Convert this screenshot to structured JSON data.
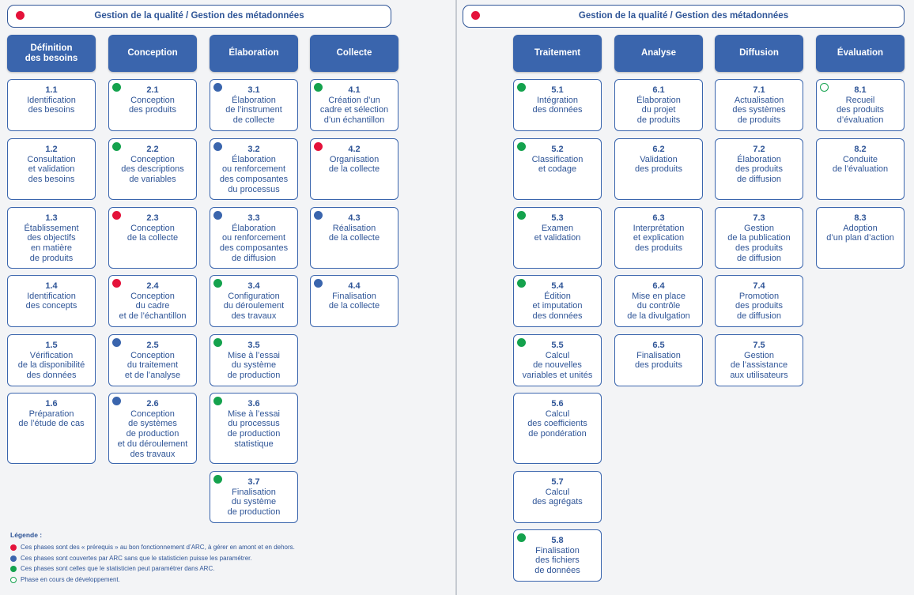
{
  "banner_left": {
    "text": "Gestion de la qualité / Gestion des métadonnées",
    "dot": "red"
  },
  "banner_right": {
    "text": "Gestion de la qualité / Gestion des métadonnées",
    "dot": "red"
  },
  "columns": [
    {
      "title": "Définition\ndes besoins",
      "items": [
        {
          "num": "1.1",
          "label": "Identification\ndes besoins",
          "dot": ""
        },
        {
          "num": "1.2",
          "label": "Consultation\net validation\ndes besoins",
          "dot": ""
        },
        {
          "num": "1.3",
          "label": "Établissement\ndes objectifs\nen matière\nde produits",
          "dot": ""
        },
        {
          "num": "1.4",
          "label": "Identification\ndes concepts",
          "dot": ""
        },
        {
          "num": "1.5",
          "label": "Vérification\nde la disponibilité\ndes données",
          "dot": ""
        },
        {
          "num": "1.6",
          "label": "Préparation\nde l’étude de cas",
          "dot": ""
        }
      ]
    },
    {
      "title": "Conception",
      "items": [
        {
          "num": "2.1",
          "label": "Conception\ndes produits",
          "dot": "green"
        },
        {
          "num": "2.2",
          "label": "Conception\ndes descriptions\nde variables",
          "dot": "green"
        },
        {
          "num": "2.3",
          "label": "Conception\nde la collecte",
          "dot": "red"
        },
        {
          "num": "2.4",
          "label": "Conception\ndu cadre\net de l’échantillon",
          "dot": "red"
        },
        {
          "num": "2.5",
          "label": "Conception\ndu traitement\net de l’analyse",
          "dot": "blue"
        },
        {
          "num": "2.6",
          "label": "Conception\nde systèmes\nde production\net du déroulement\ndes travaux",
          "dot": "blue"
        }
      ]
    },
    {
      "title": "Élaboration",
      "items": [
        {
          "num": "3.1",
          "label": "Élaboration\nde l’instrument\nde collecte",
          "dot": "blue"
        },
        {
          "num": "3.2",
          "label": "Élaboration\nou renforcement\ndes composantes\ndu processus",
          "dot": "blue"
        },
        {
          "num": "3.3",
          "label": "Élaboration\nou renforcement\ndes composantes\nde diffusion",
          "dot": "blue"
        },
        {
          "num": "3.4",
          "label": "Configuration\ndu déroulement\ndes travaux",
          "dot": "green"
        },
        {
          "num": "3.5",
          "label": "Mise à l’essai\ndu système\nde production",
          "dot": "green"
        },
        {
          "num": "3.6",
          "label": "Mise à l’essai\ndu processus\nde production\nstatistique",
          "dot": "green"
        },
        {
          "num": "3.7",
          "label": "Finalisation\ndu système\nde production",
          "dot": "green"
        }
      ]
    },
    {
      "title": "Collecte",
      "items": [
        {
          "num": "4.1",
          "label": "Création d’un\ncadre et sélection\nd’un échantillon",
          "dot": "green"
        },
        {
          "num": "4.2",
          "label": "Organisation\nde la collecte",
          "dot": "red"
        },
        {
          "num": "4.3",
          "label": "Réalisation\nde la collecte",
          "dot": "blue"
        },
        {
          "num": "4.4",
          "label": "Finalisation\nde la collecte",
          "dot": "blue"
        }
      ]
    },
    {
      "title": "Traitement",
      "items": [
        {
          "num": "5.1",
          "label": "Intégration\ndes données",
          "dot": "green"
        },
        {
          "num": "5.2",
          "label": "Classification\net codage",
          "dot": "green"
        },
        {
          "num": "5.3",
          "label": "Examen\net validation",
          "dot": "green"
        },
        {
          "num": "5.4",
          "label": "Édition\net imputation\ndes données",
          "dot": "green"
        },
        {
          "num": "5.5",
          "label": "Calcul\nde nouvelles\nvariables et unités",
          "dot": "green"
        },
        {
          "num": "5.6",
          "label": "Calcul\ndes coefficients\nde pondération",
          "dot": ""
        },
        {
          "num": "5.7",
          "label": "Calcul\ndes agrégats",
          "dot": ""
        },
        {
          "num": "5.8",
          "label": "Finalisation\ndes fichiers\nde données",
          "dot": "green"
        }
      ]
    },
    {
      "title": "Analyse",
      "items": [
        {
          "num": "6.1",
          "label": "Élaboration\ndu projet\nde produits",
          "dot": ""
        },
        {
          "num": "6.2",
          "label": "Validation\ndes produits",
          "dot": ""
        },
        {
          "num": "6.3",
          "label": "Interprétation\net explication\ndes produits",
          "dot": ""
        },
        {
          "num": "6.4",
          "label": "Mise en place\ndu contrôle\nde la divulgation",
          "dot": ""
        },
        {
          "num": "6.5",
          "label": "Finalisation\ndes produits",
          "dot": ""
        }
      ]
    },
    {
      "title": "Diffusion",
      "items": [
        {
          "num": "7.1",
          "label": "Actualisation\ndes systèmes\nde produits",
          "dot": ""
        },
        {
          "num": "7.2",
          "label": "Élaboration\ndes produits\nde diffusion",
          "dot": ""
        },
        {
          "num": "7.3",
          "label": "Gestion\nde la publication\ndes produits\nde diffusion",
          "dot": ""
        },
        {
          "num": "7.4",
          "label": "Promotion\ndes produits\nde diffusion",
          "dot": ""
        },
        {
          "num": "7.5",
          "label": "Gestion\nde l’assistance\naux utilisateurs",
          "dot": ""
        }
      ]
    },
    {
      "title": "Évaluation",
      "items": [
        {
          "num": "8.1",
          "label": "Recueil\ndes produits\nd’évaluation",
          "dot": "hollow"
        },
        {
          "num": "8.2",
          "label": "Conduite\nde l’évaluation",
          "dot": ""
        },
        {
          "num": "8.3",
          "label": "Adoption\nd’un plan d’action",
          "dot": ""
        }
      ]
    }
  ],
  "legend": {
    "title": "Légende :",
    "items": [
      {
        "dot": "red",
        "text": "Ces phases sont des « prérequis » au bon fonctionnement d’ARC, à gérer en amont et en dehors."
      },
      {
        "dot": "blue",
        "text": "Ces phases sont couvertes par ARC sans que le statisticien puisse les paramétrer."
      },
      {
        "dot": "green",
        "text": "Ces phases sont celles que le statisticien peut paramétrer dans ARC."
      },
      {
        "dot": "hollow",
        "text": "Phase en cours de développement."
      }
    ]
  },
  "colors": {
    "primary": "#3a65ad",
    "text": "#2f5597",
    "red": "#e4123a",
    "green": "#14a24d"
  }
}
